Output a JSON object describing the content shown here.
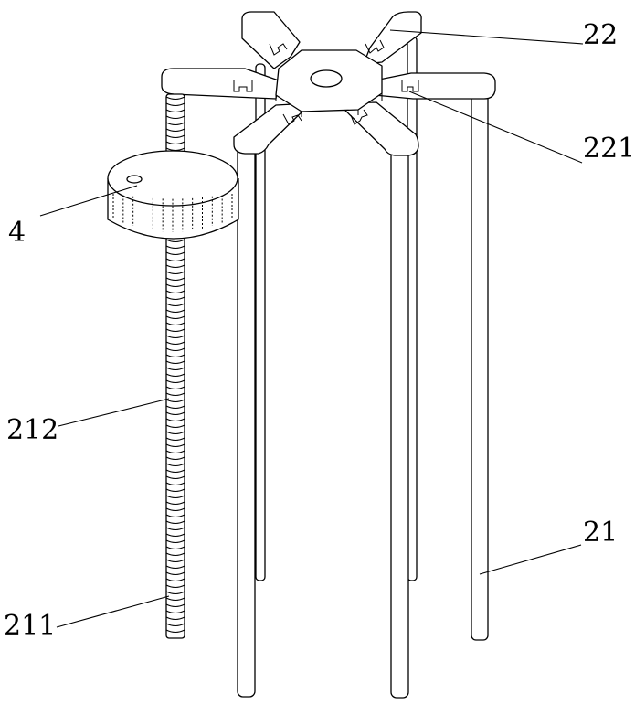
{
  "figure": {
    "labels": [
      {
        "id": "label-22",
        "text": "22"
      },
      {
        "id": "label-221",
        "text": "221"
      },
      {
        "id": "label-4",
        "text": "4"
      },
      {
        "id": "label-212",
        "text": "212"
      },
      {
        "id": "label-21",
        "text": "21"
      },
      {
        "id": "label-211",
        "text": "211"
      }
    ]
  }
}
